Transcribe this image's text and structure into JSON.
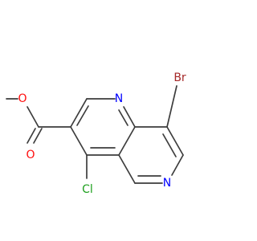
{
  "molecule": {
    "atoms": {
      "br": "Br",
      "n1": "N",
      "n6": "N",
      "cl": "Cl",
      "o_carbonyl": "O",
      "o_ester": "O"
    },
    "colors": {
      "bond": "#3d3d3d",
      "carbon_text": "#3d3d3d",
      "nitrogen": "#0000ff",
      "oxygen": "#ff0d0d",
      "bromine": "#a62929",
      "chlorine": "#1fa01f"
    }
  }
}
